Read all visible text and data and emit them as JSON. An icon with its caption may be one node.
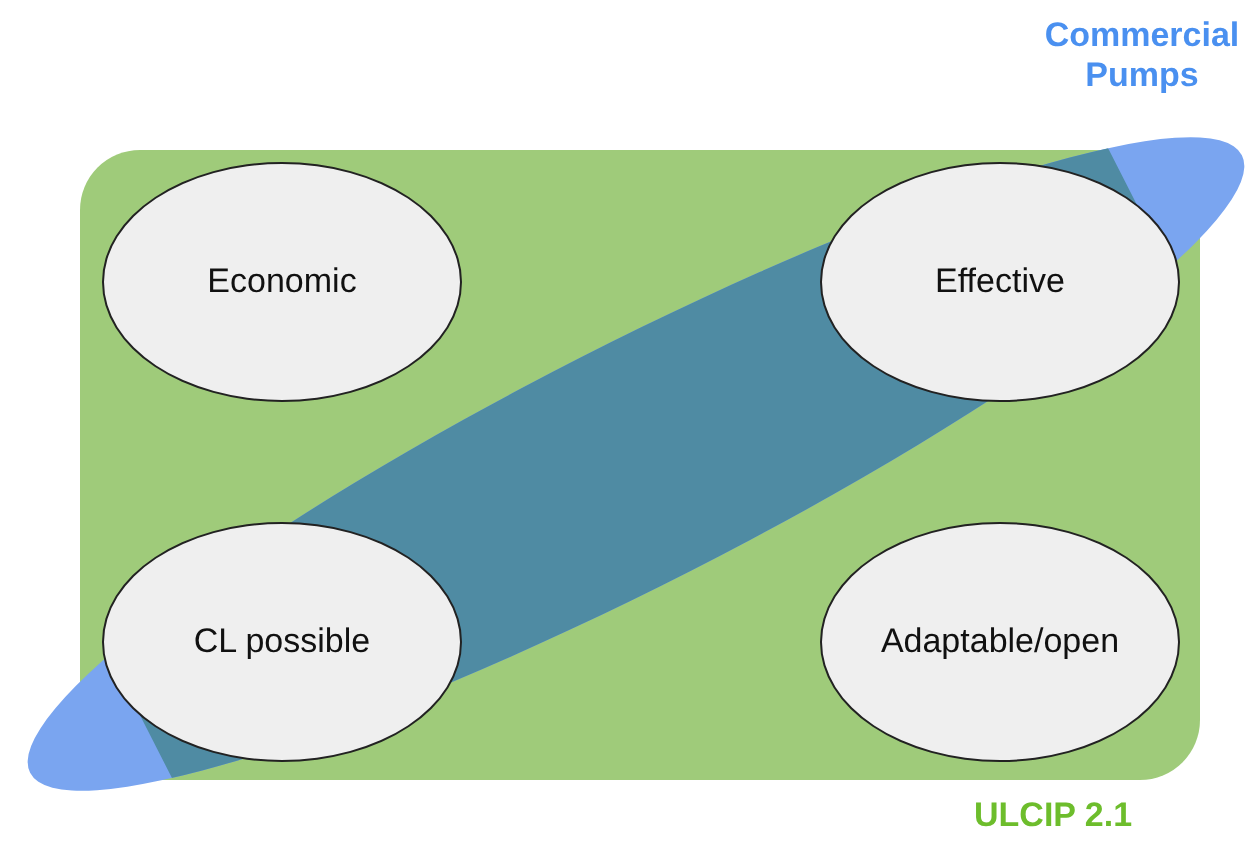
{
  "diagram": {
    "nodes": [
      {
        "text": [
          "ULCIP 2.1"
        ]
      },
      {
        "text": [
          "Commercial Pumps"
        ]
      },
      {
        "text": [
          "Economic"
        ],
        "in": 0
      },
      {
        "text": [
          "Effective"
        ],
        "in": 0
      },
      {
        "text": [
          "CL possible"
        ],
        "in": 0
      },
      {
        "text": [
          "Adaptable/open"
        ],
        "in": 0
      }
    ]
  }
}
